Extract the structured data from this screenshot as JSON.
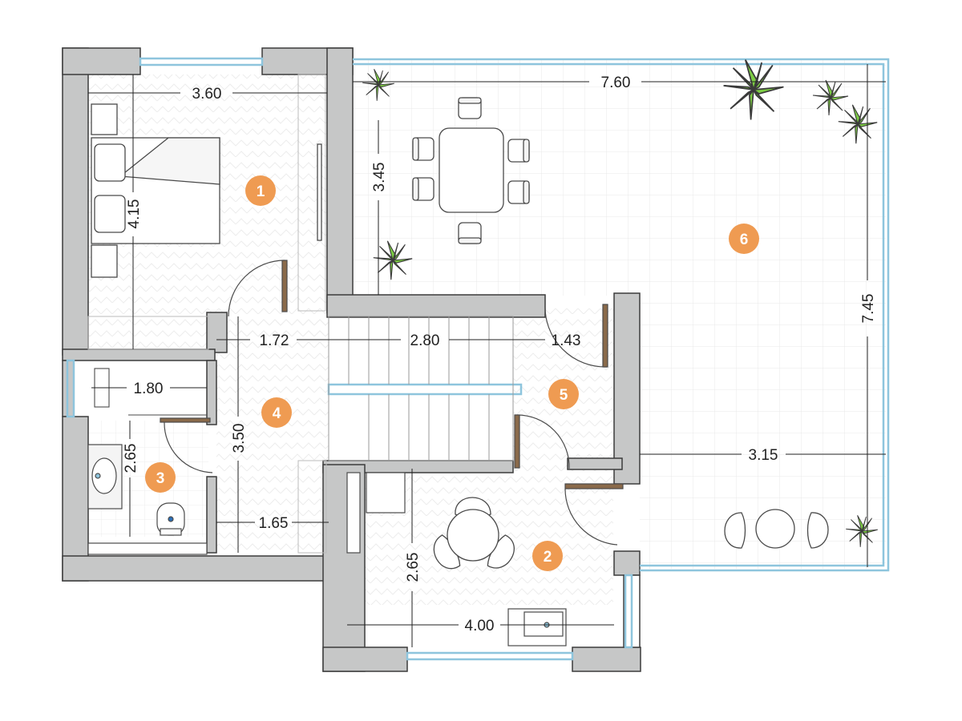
{
  "colors": {
    "wall": "#c6c7c7",
    "wall_outline": "#3c3c3c",
    "window": "#8ec5dd",
    "badge": "#ef9b52",
    "floor_line": "#e7e7e7",
    "plant": "#7ccc44"
  },
  "rooms": [
    {
      "number": "1"
    },
    {
      "number": "2"
    },
    {
      "number": "3"
    },
    {
      "number": "4"
    },
    {
      "number": "5"
    },
    {
      "number": "6"
    }
  ],
  "dimensions": {
    "bedroom_width": "3.60",
    "bedroom_length": "4.15",
    "terrace_width": "7.60",
    "terrace_length": "7.45",
    "dining_depth": "3.45",
    "hall_width": "1.72",
    "stair_width": "2.80",
    "landing_width": "1.43",
    "bath_width": "1.80",
    "bath_length": "2.65",
    "hall_length": "3.50",
    "hall_lower_width": "1.65",
    "kitchen_length": "2.65",
    "kitchen_width": "4.00",
    "terrace_lower_width": "3.15"
  },
  "icons": [
    "plant-icon",
    "chair-icon",
    "table-icon",
    "bed-icon",
    "toilet-icon",
    "sink-icon",
    "stairs-icon"
  ]
}
